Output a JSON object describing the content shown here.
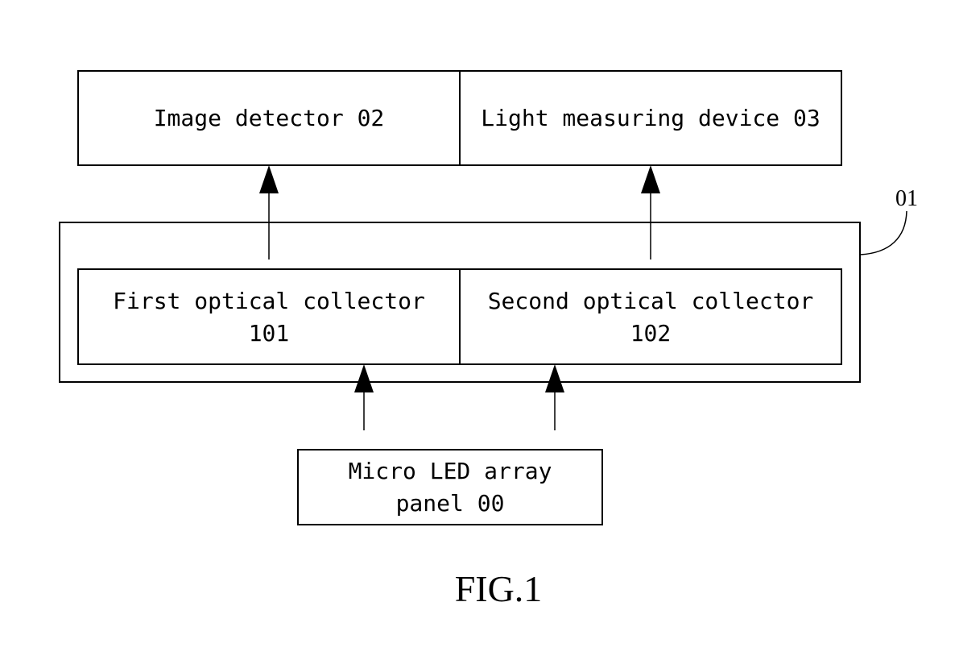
{
  "blocks": {
    "image_detector": "Image detector 02",
    "light_measuring_device": "Light measuring device 03",
    "first_collector_line1": "First optical collector",
    "first_collector_line2": "101",
    "second_collector_line1": "Second optical collector",
    "second_collector_line2": "102",
    "micro_led_line1": "Micro LED array",
    "micro_led_line2": "panel 00"
  },
  "labels": {
    "collector_group_ref": "01"
  },
  "caption": "FIG.1",
  "colors": {
    "stroke": "#000000",
    "background": "#ffffff"
  }
}
